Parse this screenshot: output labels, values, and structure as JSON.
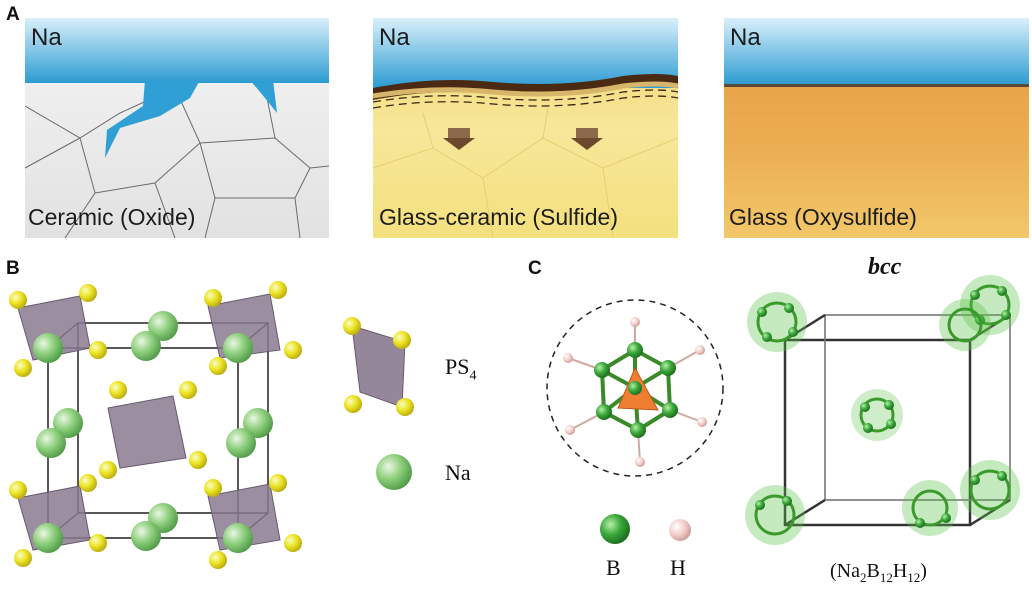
{
  "panels": {
    "a": {
      "label": "A",
      "items": [
        {
          "metal": "Na",
          "material": "Ceramic (Oxide)"
        },
        {
          "metal": "Na",
          "material": "Glass-ceramic (Sulfide)"
        },
        {
          "metal": "Na",
          "material": "Glass (Oxysulfide)"
        }
      ]
    },
    "b": {
      "label": "B",
      "legend": {
        "ps4": "PS",
        "ps4_sub": "4",
        "na": "Na"
      }
    },
    "c": {
      "label": "C",
      "title": "bcc",
      "legend": {
        "b": "B",
        "h": "H"
      },
      "formula": [
        "(Na",
        "2",
        "B",
        "12",
        "H",
        "12",
        ")"
      ]
    }
  },
  "colors": {
    "sodium_blue": "#2f9fd6",
    "ceramic_grey": "#e9e9e9",
    "sulfide_yellow": "#f3df7a",
    "oxysulfide_orange": "#e9a44a",
    "interphase_brown": "#4a2a12",
    "na_green": "#6fc06a",
    "ps4_purple": "#8a7a8f",
    "sulfur_yellow": "#e8e41e",
    "boron_green": "#2f9a2f",
    "hydrogen_pink": "#f0c8c4"
  }
}
